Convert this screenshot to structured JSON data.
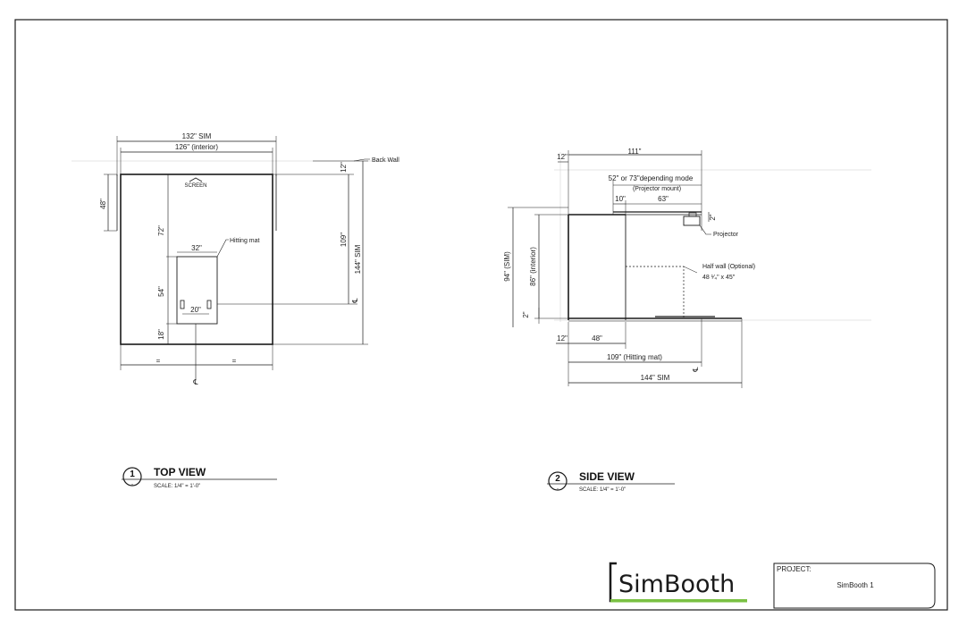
{
  "top_view": {
    "number": "1",
    "sub": "-",
    "title": "TOP VIEW",
    "scale": "SCALE:  1/4\" = 1'-0\"",
    "dims": {
      "overall": "132\" SIM",
      "interior": "126\" (interior)",
      "left_48": "48\"",
      "depth_72": "72\"",
      "mat_w": "32\"",
      "mat_d": "54\"",
      "feet": "20\"",
      "front": "18\"",
      "d109": "109\"",
      "d144": "144\" SIM",
      "d12": "12\"",
      "eq1": "=",
      "eq2": "=",
      "cl": "℄",
      "cl2": "℄"
    },
    "labels": {
      "screen": "SCREEN",
      "hitting_mat": "Hitting mat",
      "back_wall": "Back Wall"
    }
  },
  "side_view": {
    "number": "2",
    "sub": "-",
    "title": "SIDE VIEW",
    "scale": "SCALE:  1/4\" = 1'-0\"",
    "dims": {
      "d12_top": "12\"",
      "d111": "111\"",
      "mode": "52\" or 73\"depending mode",
      "mount": "(Projector mount)",
      "d10": "10\"",
      "d63": "63\"",
      "d2_top": "2\"",
      "d94": "94\" (SIM)",
      "d86": "86\" (interior)",
      "d2_bot": "2\"",
      "d12_bot": "12\"",
      "d48": "48\"",
      "d109": "109\" (Hitting mat)",
      "d144": "144\" SIM",
      "cl": "℄"
    },
    "labels": {
      "projector": "Projector",
      "half_wall": "Half wall (Optional)",
      "half_wall_size": "48 ¹⁄₄\" x 45\""
    }
  },
  "title_block": {
    "logo": "SimBooth",
    "project_label": "PROJECT:",
    "project_name": "SimBooth 1"
  },
  "colors": {
    "line": "#1a1a1a",
    "logo_accent": "#7ac143"
  }
}
